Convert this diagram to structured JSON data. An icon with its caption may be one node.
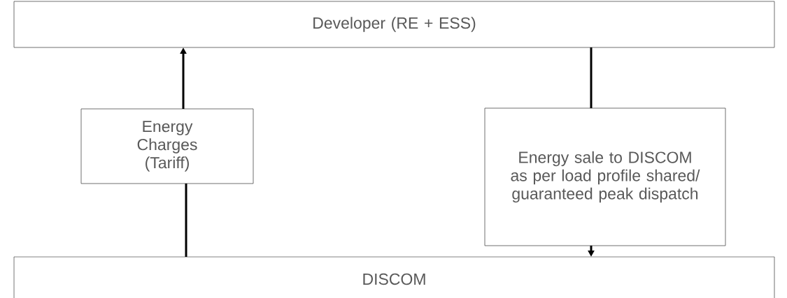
{
  "diagram": {
    "nodes": [
      {
        "text": [
          "Developer (RE + ESS)"
        ]
      },
      {
        "text": [
          "Energy Charges (Tariff)"
        ]
      },
      {
        "text": [
          "Energy sale to DISCOM as per load profile shared/ guaranteed peak dispatch"
        ]
      },
      {
        "text": [
          "DISCOM"
        ]
      }
    ],
    "edges": [
      {
        "from": 3,
        "to": 1,
        "arrow": "none"
      },
      {
        "from": 1,
        "to": 0,
        "arrow": "to"
      },
      {
        "from": 0,
        "to": 2,
        "arrow": "none"
      },
      {
        "from": 2,
        "to": 3,
        "arrow": "to"
      }
    ]
  }
}
